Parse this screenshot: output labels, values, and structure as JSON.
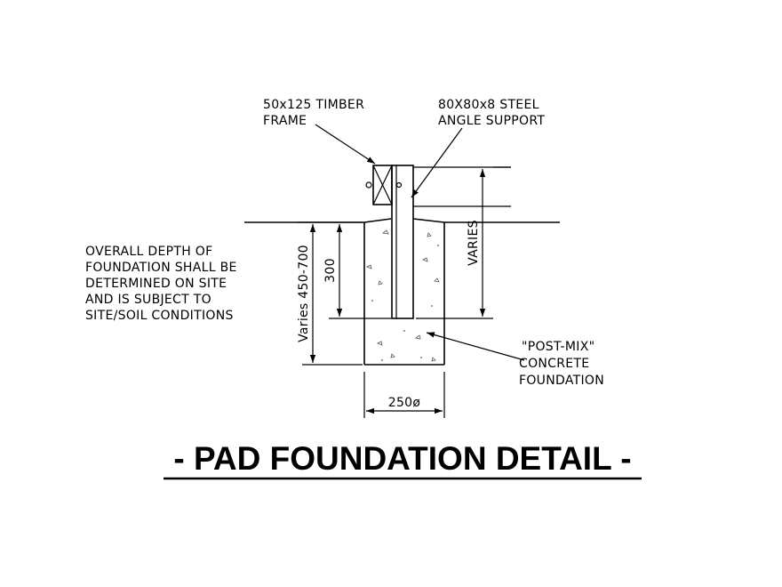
{
  "labels": {
    "timber_line1": "50x125 TIMBER",
    "timber_line2": "FRAME",
    "steel_line1": "80X80x8 STEEL",
    "steel_line2": "ANGLE SUPPORT",
    "note_line1": "OVERALL DEPTH OF",
    "note_line2": "FOUNDATION SHALL BE",
    "note_line3": "DETERMINED ON SITE",
    "note_line4": "AND IS SUBJECT TO",
    "note_line5": "SITE/SOIL CONDITIONS",
    "concrete_line1": "\"POST-MIX\"",
    "concrete_line2": "CONCRETE",
    "concrete_line3": "FOUNDATION"
  },
  "dimensions": {
    "depth": "Varies 450-700",
    "embed": "300",
    "height": "VARIES",
    "width": "250ø"
  },
  "title": "- PAD FOUNDATION DETAIL -"
}
